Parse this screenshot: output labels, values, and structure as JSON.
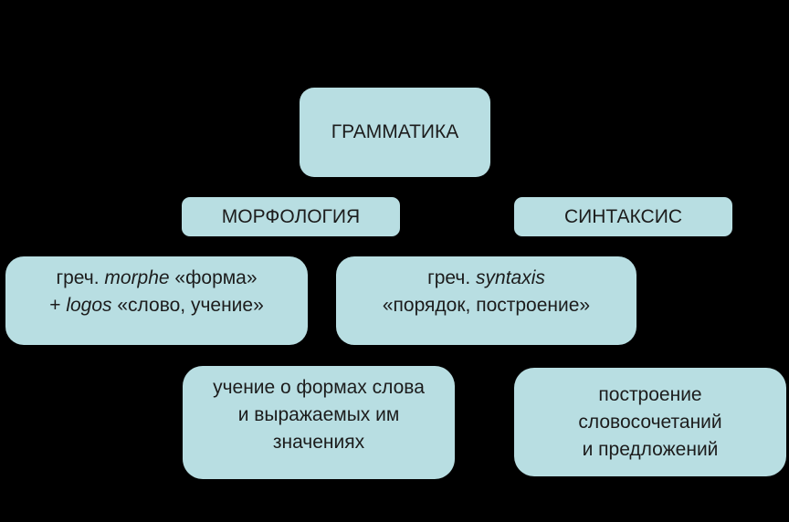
{
  "canvas": {
    "background_color": "#000000",
    "node_fill_color": "#b8dee2",
    "node_text_color": "#1c1c1c"
  },
  "nodes": {
    "grammar": {
      "label": "ГРАММАТИКА"
    },
    "morphology": {
      "label": "МОРФОЛОГИЯ"
    },
    "syntax": {
      "label": "СИНТАКСИС"
    },
    "morphology_etymology": {
      "line1": {
        "prefix": "греч. ",
        "italic": "morphe",
        "suffix": " «форма»"
      },
      "line2": {
        "prefix": "+ ",
        "italic": "logos",
        "suffix": " «слово, учение»"
      }
    },
    "syntax_etymology": {
      "line1": {
        "prefix": "греч. ",
        "italic": "syntaxis",
        "suffix": ""
      },
      "line2": "«порядок, построение»"
    },
    "morphology_definition": {
      "lines": [
        "учение о формах слова",
        "и выражаемых им",
        "значениях"
      ]
    },
    "syntax_definition": {
      "lines": [
        "построение",
        "словосочетаний",
        "и предложений"
      ]
    }
  }
}
